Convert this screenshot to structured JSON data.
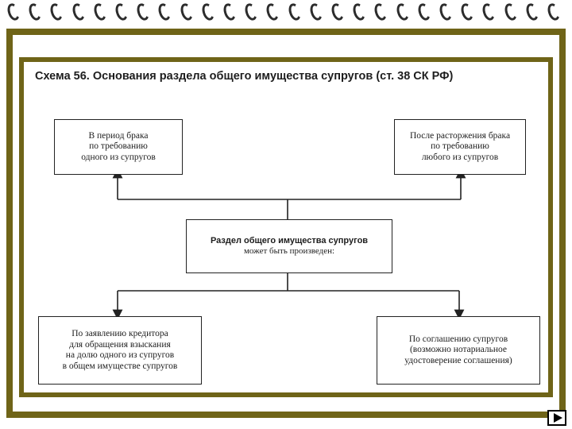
{
  "slide": {
    "title": "Схема 56. Основания раздела общего имущества супругов (ст. 38 СК РФ)"
  },
  "diagram": {
    "center": {
      "title": "Раздел общего имущества супругов",
      "subtitle": "может быть произведен:"
    },
    "top_left": {
      "lines": [
        "В период брака",
        "по требованию",
        "одного из супругов"
      ]
    },
    "top_right": {
      "lines": [
        "После расторжения брака",
        "по требованию",
        "любого из супругов"
      ]
    },
    "bottom_left": {
      "lines": [
        "По заявлению кредитора",
        "для обращения взыскания",
        "на долю одного из супругов",
        "в общем имуществе супругов"
      ]
    },
    "bottom_right": {
      "lines": [
        "По соглашению супругов",
        "(возможно нотариальное",
        "удостоверение соглашения)"
      ]
    }
  },
  "colors": {
    "frame": "#6f6418",
    "ink": "#222222"
  },
  "icons": {
    "spiral_binding": "ring-icon",
    "next_button": "play-icon"
  }
}
